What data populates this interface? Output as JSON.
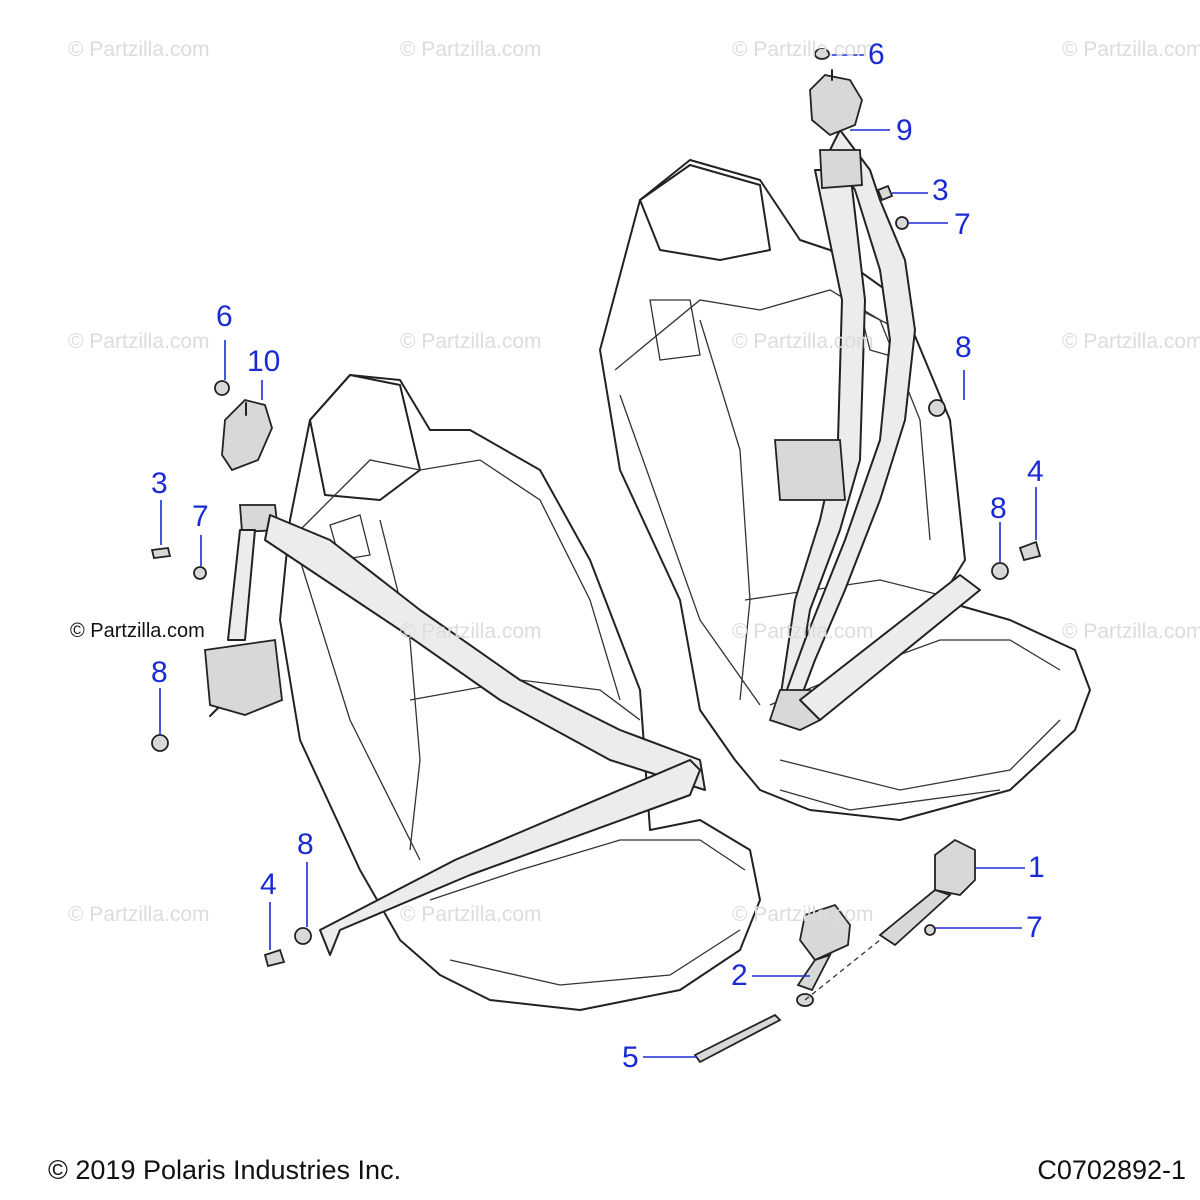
{
  "watermarks": [
    "© Partzilla.com",
    "© Partzilla.com",
    "© Partzilla.com",
    "© Partzilla.com",
    "© Partzilla.com",
    "© Partzilla.com",
    "© Partzilla.com",
    "© Partzilla.com",
    "© Partzilla.com",
    "© Partzilla.com",
    "© Partzilla.com",
    "© Partzilla.com",
    "© Partzilla.com",
    "© Partzilla.com",
    "© Partzilla.com"
  ],
  "callouts": {
    "c6_top": "6",
    "c9": "9",
    "c3_right": "3",
    "c7_right_top": "7",
    "c8_right": "8",
    "c4_right": "4",
    "c8_right_low": "8",
    "c6_left": "6",
    "c10": "10",
    "c3_left": "3",
    "c7_left": "7",
    "c8_left": "8",
    "c8_bottom": "8",
    "c4_bottom": "4",
    "c1": "1",
    "c7_bottom": "7",
    "c2": "2",
    "c5": "5"
  },
  "footer": {
    "copyright": "© 2019 Polaris Industries Inc.",
    "code": "C0702892-1"
  },
  "colors": {
    "callout": "#1a2bd6",
    "line": "#222222",
    "watermark": "#dcdcdc"
  }
}
